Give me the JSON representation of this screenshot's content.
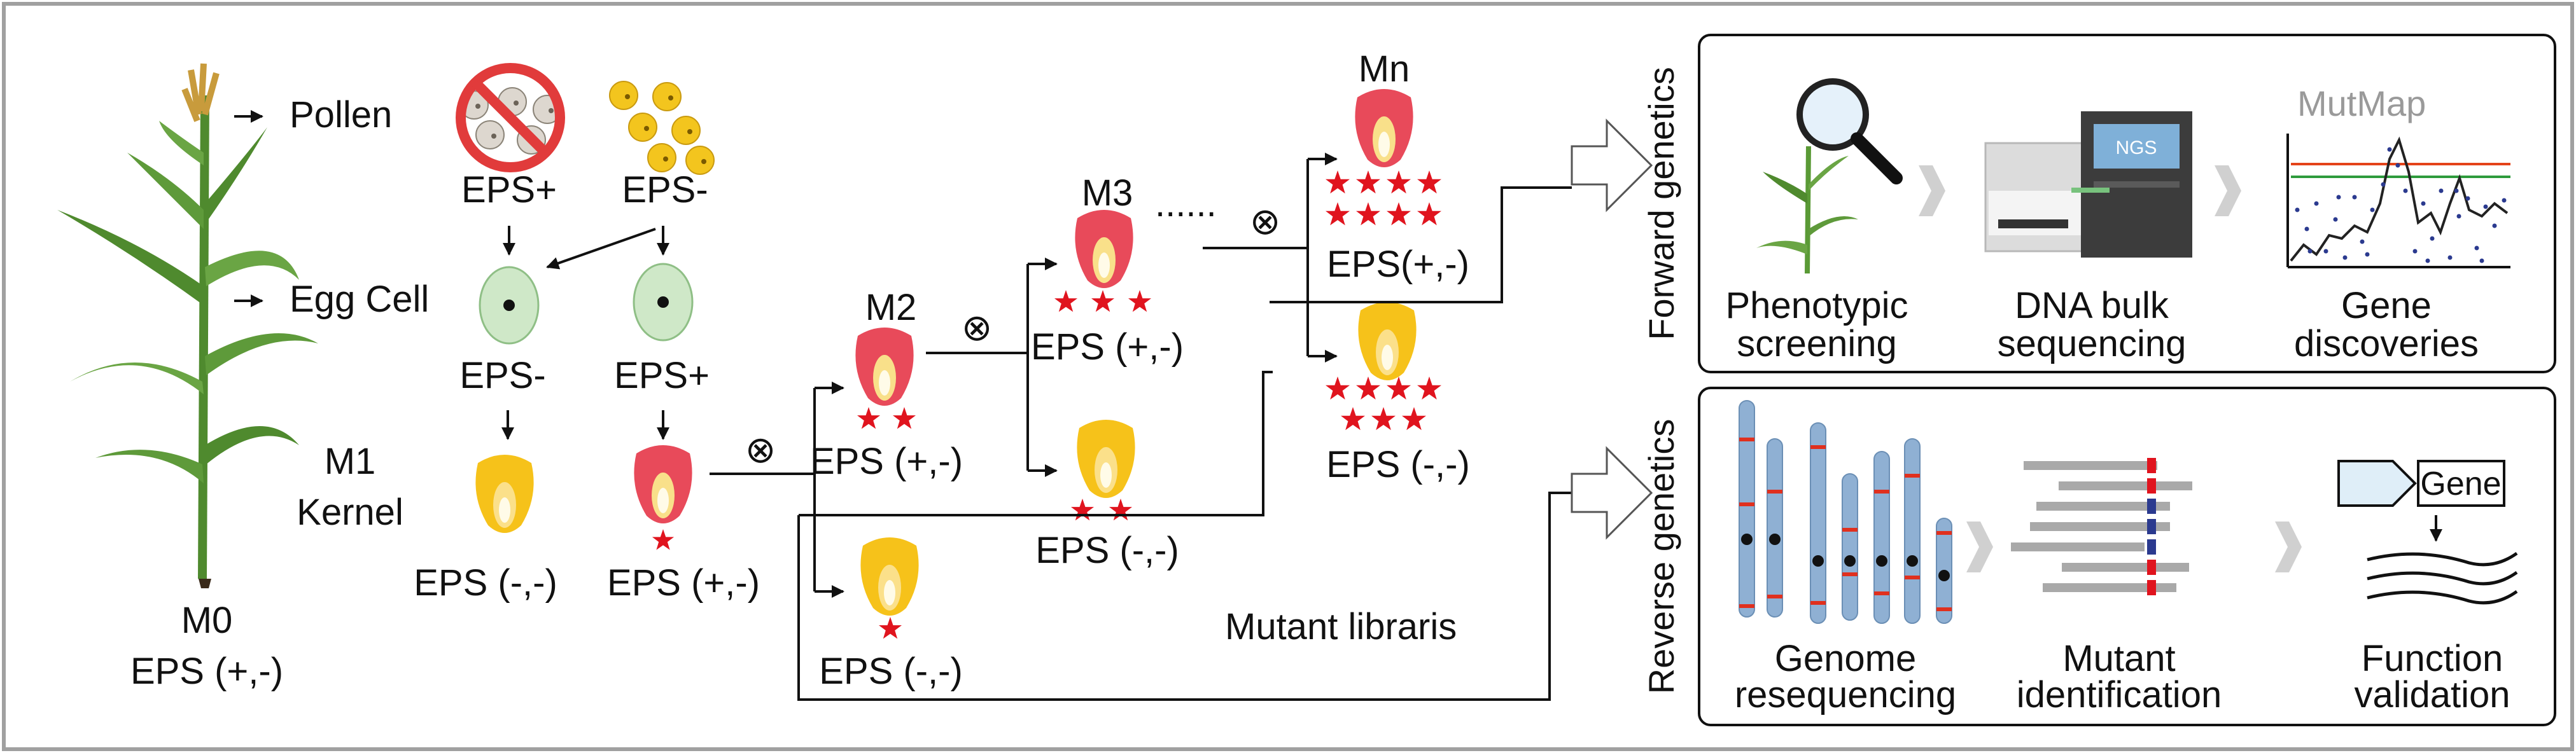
{
  "left": {
    "pollen": "Pollen",
    "egg_cell": "Egg Cell",
    "m1_line1": "M1",
    "m1_line2": "Kernel",
    "m0_line1": "M0",
    "m0_line2": "EPS (+,-)",
    "eps_plus": "EPS+",
    "eps_minus": "EPS-",
    "eps_pm": "EPS (+,-)",
    "eps_mm": "EPS (-,-)",
    "eps_pm_nospace": "EPS(+,-)"
  },
  "generations": {
    "m2": "M2",
    "m3": "M3",
    "mn": "Mn",
    "dots": "......",
    "self_symbol": "⊗"
  },
  "mutant_libraries": "Mutant libraris",
  "forward": {
    "title": "Forward genetics",
    "mutmap": "MutMap",
    "ngs": "NGS",
    "step1_a": "Phenotypic",
    "step1_b": "screening",
    "step2_a": "DNA bulk",
    "step2_b": "sequencing",
    "step3_a": "Gene",
    "step3_b": "discoveries"
  },
  "reverse": {
    "title": "Reverse genetics",
    "gene": "Gene",
    "step1_a": "Genome",
    "step1_b": "resequencing",
    "step2_a": "Mutant",
    "step2_b": "identification",
    "step3_a": "Function",
    "step3_b": "validation"
  },
  "colors": {
    "star": "#e0141e",
    "kernel_red": "#e84a5a",
    "kernel_yellow": "#f6c21a",
    "egg": "#cfe8c8",
    "chromosome": "#8fb0d3",
    "mutation_mark": "#e0301e",
    "read_bar": "#a9a9a9"
  }
}
